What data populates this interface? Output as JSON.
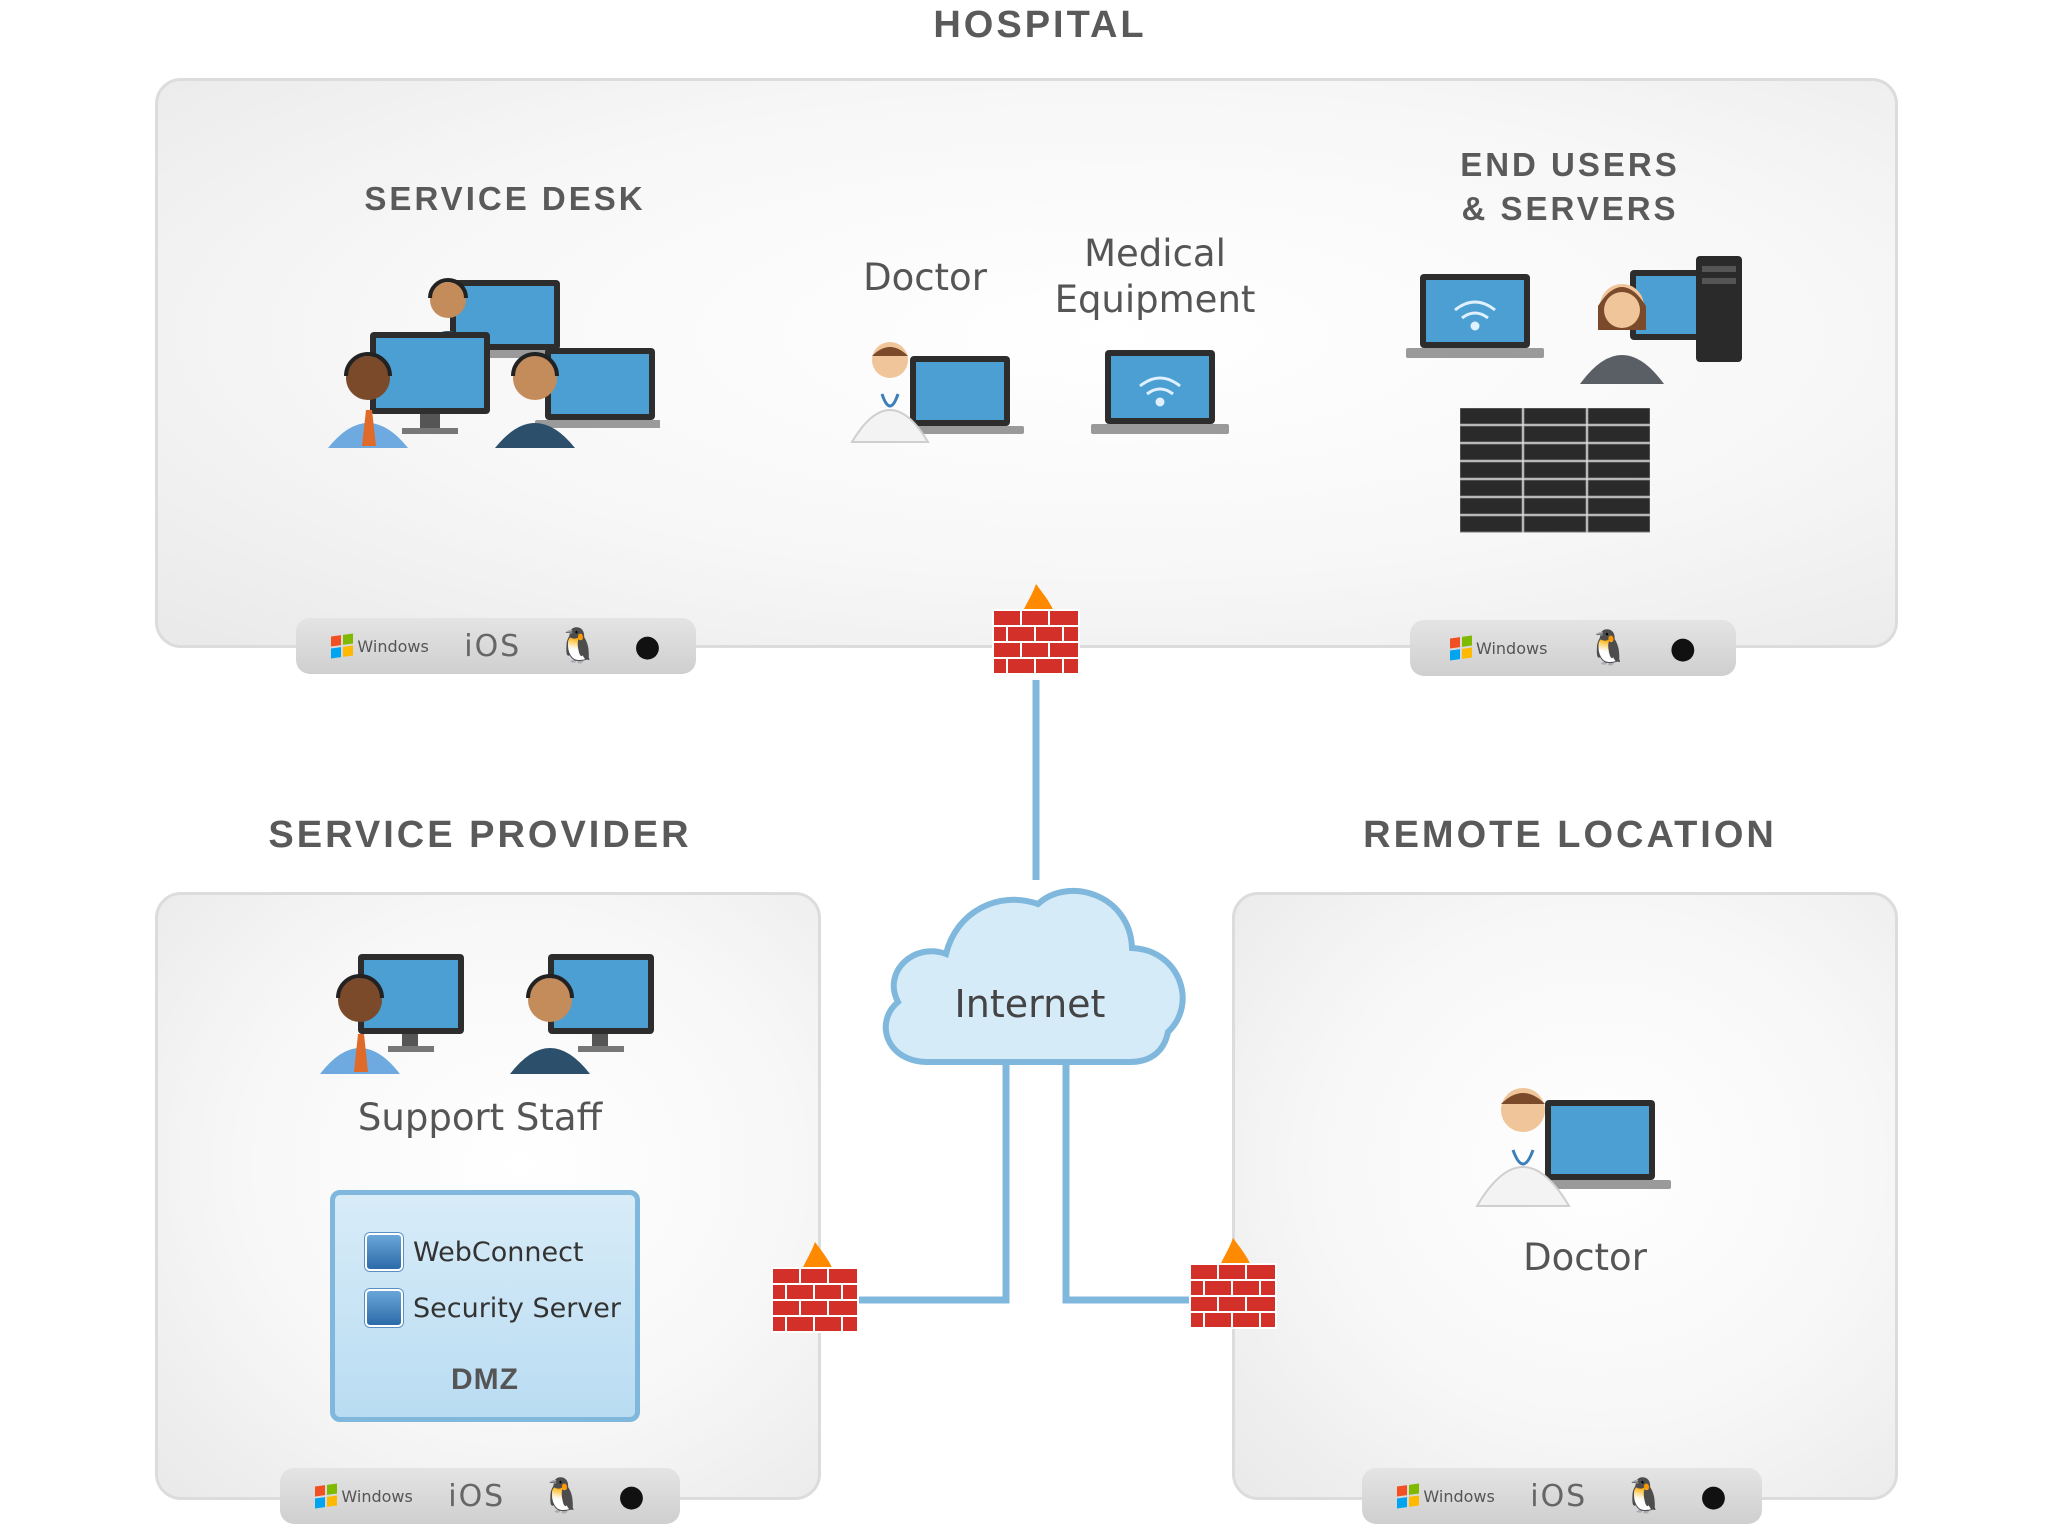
{
  "zones": {
    "hospital": {
      "title": "HOSPITAL"
    },
    "service_desk": {
      "title": "SERVICE DESK"
    },
    "end_users": {
      "title_line1": "END USERS",
      "title_line2": "& SERVERS"
    },
    "service_provider": {
      "title": "SERVICE PROVIDER"
    },
    "remote_location": {
      "title": "REMOTE LOCATION"
    }
  },
  "labels": {
    "doctor_hospital": "Doctor",
    "medical_line1": "Medical",
    "medical_line2": "Equipment",
    "support_staff": "Support Staff",
    "doctor_remote": "Doctor",
    "internet": "Internet"
  },
  "dmz": {
    "webconnect": "WebConnect",
    "security_server": "Security Server",
    "title": "DMZ"
  },
  "os": {
    "windows": "Windows",
    "ios": "iOS"
  },
  "icons": [
    "windows-icon",
    "ios-icon",
    "linux-tux-icon",
    "apple-icon",
    "firewall-icon",
    "cloud-icon",
    "laptop-icon",
    "desktop-monitor-icon",
    "server-rack-icon",
    "headset-agent-icon",
    "doctor-icon"
  ],
  "colors": {
    "link": "#7fb8dc",
    "cloud_fill": "#d6ebf8",
    "firewall_brick": "#d4302a",
    "flame": "#ff8a00"
  }
}
